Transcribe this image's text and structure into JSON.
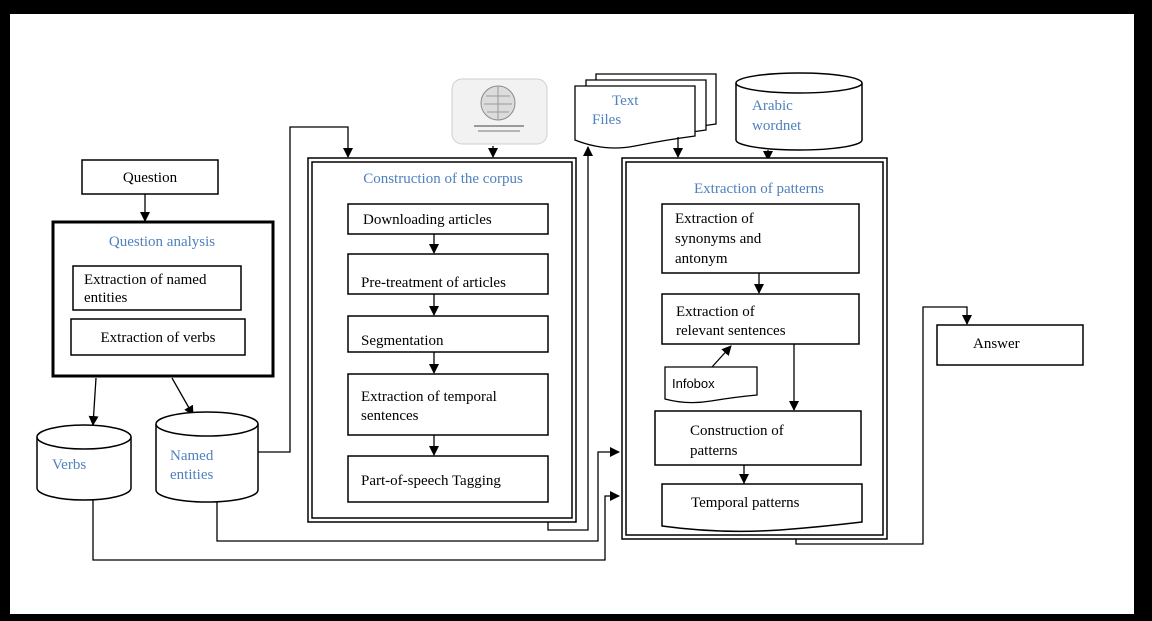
{
  "question": "Question",
  "question_analysis": {
    "title": "Question analysis",
    "named_entities_line1": "Extraction of named",
    "named_entities_line2": "entities",
    "verbs_step": "Extraction of verbs"
  },
  "databases": {
    "verbs": "Verbs",
    "named_line1": "Named",
    "named_line2": "entities",
    "text_line1": "Text",
    "text_line2": "Files",
    "arabic_line1": "Arabic",
    "arabic_line2": "wordnet"
  },
  "corpus": {
    "title": "Construction of the corpus",
    "step1": "Downloading articles",
    "step2": "Pre-treatment of articles",
    "step3": "Segmentation",
    "step4_line1": "Extraction of temporal",
    "step4_line2": "sentences",
    "step5": "Part-of-speech Tagging"
  },
  "patterns": {
    "title": "Extraction of patterns",
    "syn_line1": "Extraction of",
    "syn_line2": "synonyms and",
    "syn_line3": "antonym",
    "rel_line1": "Extraction of",
    "rel_line2": "relevant sentences",
    "infobox": "Infobox",
    "cons_line1": "Construction of",
    "cons_line2": "patterns",
    "temporal": "Temporal patterns"
  },
  "answer": "Answer",
  "colors": {
    "accent_text": "#4f81bd",
    "background": "#ffffff",
    "frame": "#000000"
  }
}
